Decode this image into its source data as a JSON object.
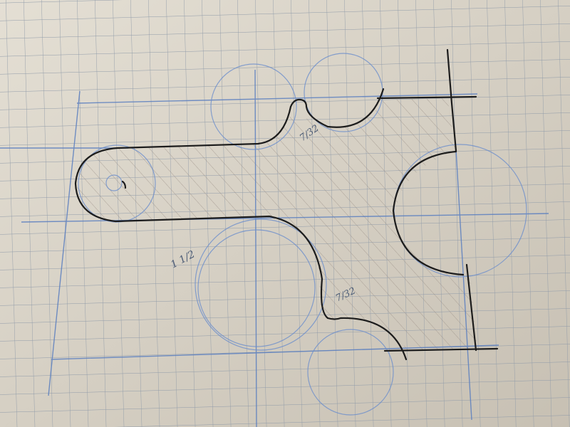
{
  "notes": {
    "radius_upper": "7/32",
    "radius_lower": "7/32",
    "diameter_left": "1 1/2"
  },
  "colors": {
    "paper": "#d8d2c6",
    "grid": "#8f9aa8",
    "construction_blue": "#5b7fc0",
    "pencil": "#1c1c1c",
    "hatch": "#9a8f86"
  }
}
